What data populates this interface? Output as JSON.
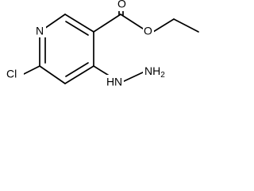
{
  "molecule": {
    "atoms": {
      "nitrogen_ring": "N",
      "chlorine": "Cl",
      "ester_oxygen_carbonyl": "O",
      "ester_oxygen_ether": "O",
      "hydrazine_nh": "H",
      "hydrazine_n_prefix": "N",
      "hydrazine_nh2": "NH",
      "hydrazine_nh2_sub": "2"
    }
  }
}
